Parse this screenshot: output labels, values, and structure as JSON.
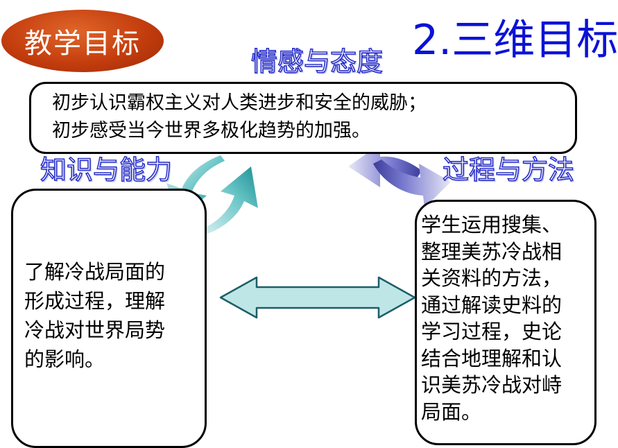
{
  "badge": {
    "label": "教学目标"
  },
  "title": "2.三维目标",
  "categories": {
    "attitude": "情感与态度",
    "knowledge": "知识与能力",
    "process": "过程与方法"
  },
  "boxes": {
    "attitude_lines": [
      "初步认识霸权主义对人类进步和安全的威胁；",
      "初步感受当今世界多极化趋势的加强。"
    ],
    "knowledge_lines": [
      "了解冷战局面的",
      "形成过程，理解",
      "冷战对世界局势",
      "的影响。"
    ],
    "process_lines": [
      "学生运用搜集、",
      "整理美苏冷战相",
      "关资料的方法，",
      "通过解读史料的",
      "学习过程，史论",
      "结合地理解和认",
      "识美苏冷战对峙",
      "局面。"
    ]
  },
  "colors": {
    "badge": "#c43d0e",
    "title": "#0b12d6",
    "label_outline": "#2a30c8",
    "teal_arrow": "#1f9aa0",
    "purple_arrow": "#4e4fb0",
    "double_arrow_fill": "#bfe6e6"
  }
}
